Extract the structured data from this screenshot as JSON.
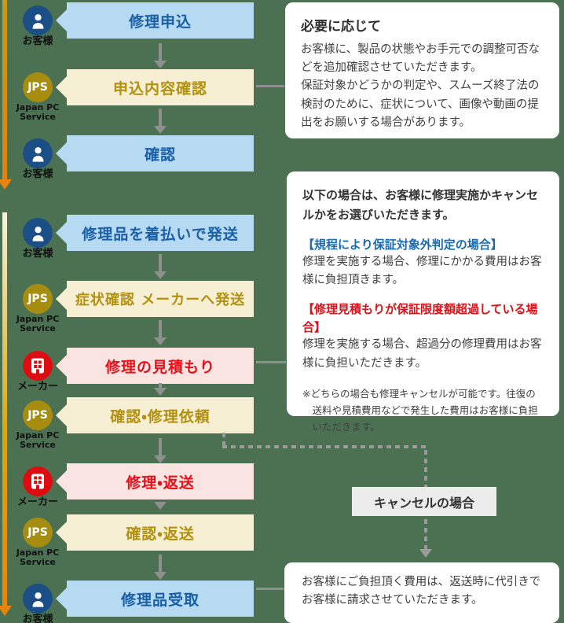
{
  "colors": {
    "background": "#4c7152",
    "step_blue_bg": "#b6daf2",
    "step_blue_text": "#1b5fa6",
    "step_cream_bg": "#f6efd3",
    "step_cream_text": "#b29110",
    "step_pink_bg": "#f9e4e2",
    "step_pink_text": "#e8111a",
    "customer_circle": "#1b4e86",
    "jps_circle": "#a68d10",
    "maker_circle": "#dd0c10",
    "flow_arrow_gray": "#8f8f8f",
    "phase_arrow_orange": "#e8840c",
    "cancel_bg": "#ececec"
  },
  "flow": {
    "steps": [
      {
        "actor_type": "customer",
        "actor_label": "お客様",
        "label": "修理申込",
        "variant": "blue"
      },
      {
        "actor_type": "jps",
        "actor_label": "Japan PC Service",
        "badge": "JPS",
        "label": "申込内容確認",
        "variant": "cream"
      },
      {
        "actor_type": "customer",
        "actor_label": "お客様",
        "label": "確認",
        "variant": "blue"
      },
      {
        "actor_type": "customer",
        "actor_label": "お客様",
        "label": "修理品を着払いで発送",
        "variant": "blue"
      },
      {
        "actor_type": "jps",
        "actor_label": "Japan PC Service",
        "badge": "JPS",
        "label": "症状確認 メーカーへ発送",
        "variant": "cream"
      },
      {
        "actor_type": "maker",
        "actor_label": "メーカー",
        "label": "修理の見積もり",
        "variant": "pink"
      },
      {
        "actor_type": "jps",
        "actor_label": "Japan PC Service",
        "badge": "JPS",
        "label": "確認・修理依頼",
        "variant": "cream"
      },
      {
        "actor_type": "maker",
        "actor_label": "メーカー",
        "label": "修理・返送",
        "variant": "pink"
      },
      {
        "actor_type": "jps",
        "actor_label": "Japan PC Service",
        "badge": "JPS",
        "label": "確認・返送",
        "variant": "cream"
      },
      {
        "actor_type": "customer",
        "actor_label": "お客様",
        "label": "修理品受取",
        "variant": "blue"
      }
    ]
  },
  "notes": {
    "top": {
      "heading": "必要に応じて",
      "body": "お客様に、製品の状態やお手元での調整可否などを追加確認させていただきます。\n保証対象かどうかの判定や、スムーズ終了法の検討のために、症状について、画像や動画の提出をお願いする場合があります。"
    },
    "choice": {
      "intro": "以下の場合は、お客様に修理実施かキャンセルかをお選びいただきます。",
      "case1_title": "【規程により保証対象外判定の場合】",
      "case1_body": "修理を実施する場合、修理にかかる費用はお客様に負担頂きます。",
      "case2_title": "【修理見積もりが保証限度額超過している場合】",
      "case2_body": "修理を実施する場合、超過分の修理費用はお客様に負担いただきます。",
      "note": "※どちらの場合も修理キャンセルが可能です。往復の送料や見積費用などで発生した費用はお客様に負担いただきます。"
    },
    "cancel_label": "キャンセルの場合",
    "bottom": "お客様にご負担頂く費用は、返送時に代引きでお客様に請求させていただきます。"
  }
}
